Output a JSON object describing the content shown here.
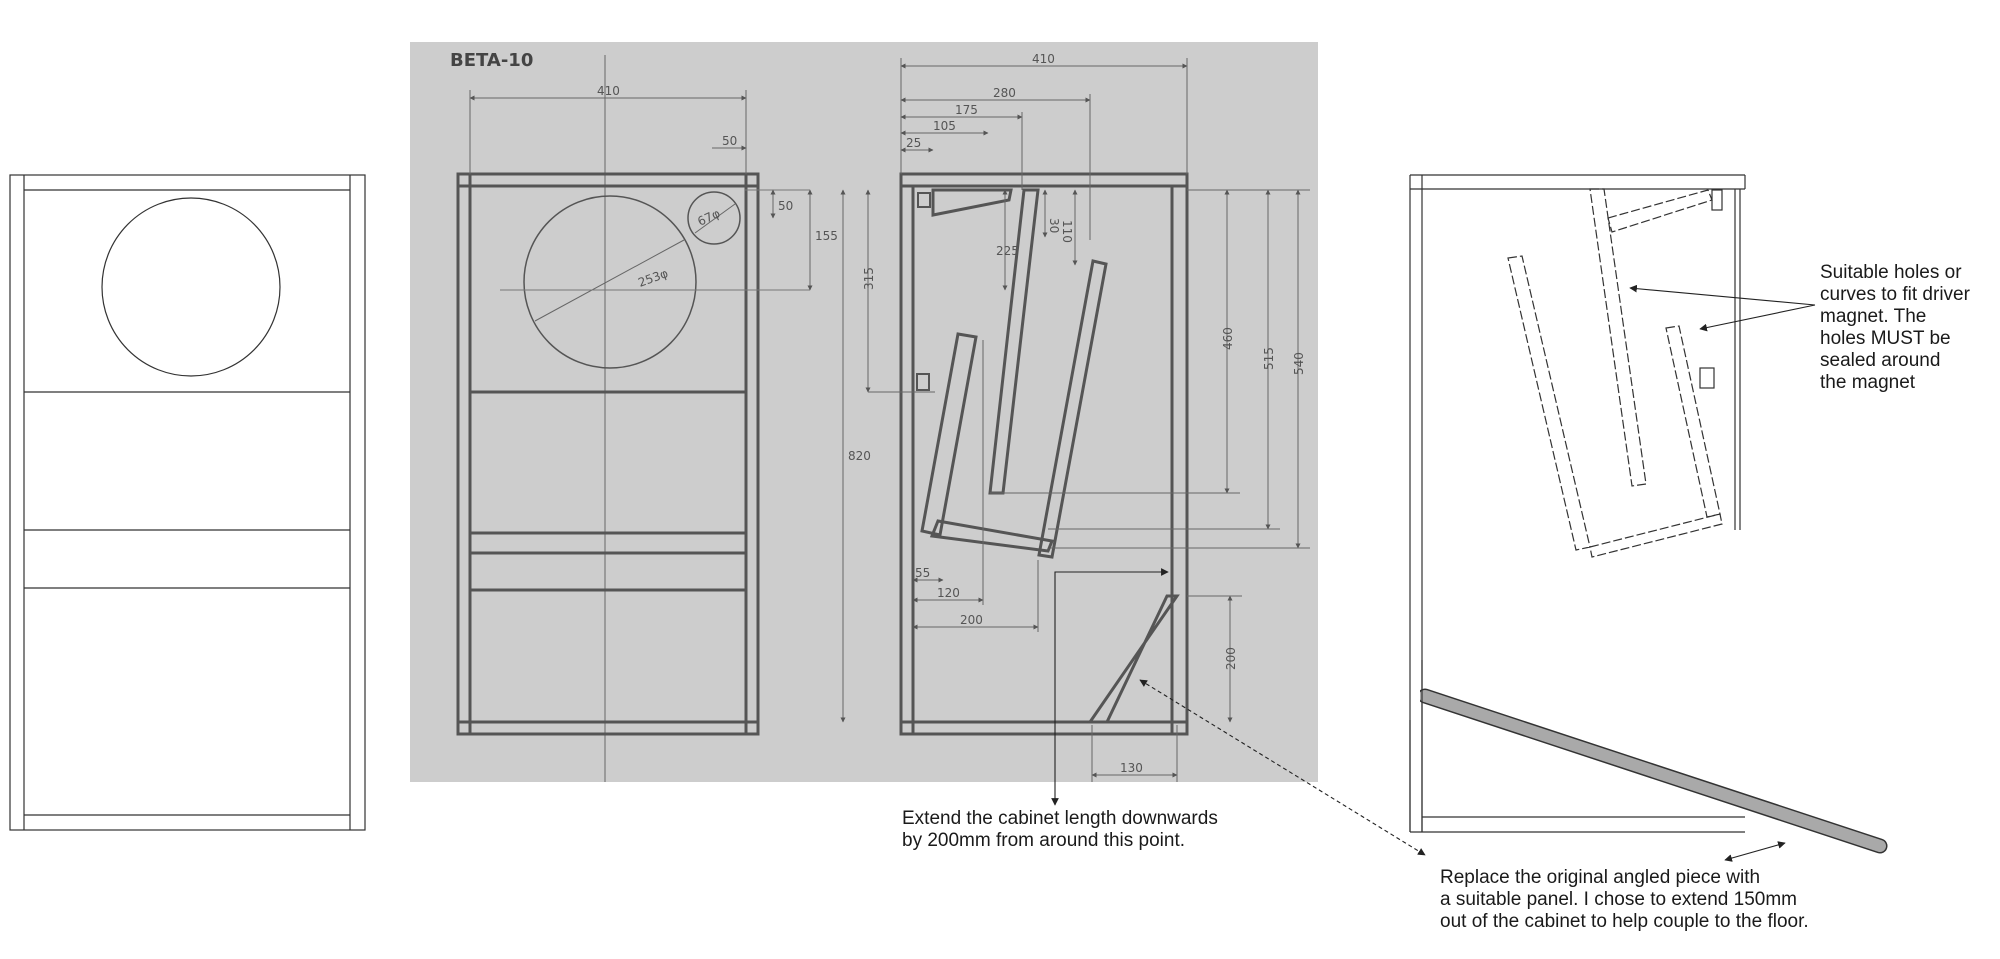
{
  "plan": {
    "title": "BETA-10",
    "dims": {
      "front_width": "410",
      "tweeter_offset": "50",
      "tweeter_drop": "50",
      "tweeter_center": "155",
      "tweeter_dia": "67φ",
      "woofer_dia": "253φ",
      "woofer_center": "315",
      "height": "820",
      "side_depth": "410",
      "d280": "280",
      "d175": "175",
      "d105": "105",
      "d25": "25",
      "d30": "30",
      "d110": "110",
      "d225": "225",
      "d460": "460",
      "d515": "515",
      "d540": "540",
      "d55": "55",
      "d120": "120",
      "d200w": "200",
      "d200h": "200",
      "d130": "130"
    }
  },
  "notes": {
    "holes": "Suitable holes or\ncurves to fit driver\nmagnet. The\nholes MUST be\nsealed around\nthe magnet",
    "extend": "Extend the cabinet length downwards\nby 200mm from around this point.",
    "replace": "Replace the original angled piece with\na suitable panel. I chose to extend 150mm\nout of the cabinet to help couple to the floor."
  },
  "colors": {
    "scan_bg": "#cdcdcd",
    "scan_line": "#555555",
    "drawing_line": "#333333",
    "panel_fill": "#a9a9a9"
  }
}
